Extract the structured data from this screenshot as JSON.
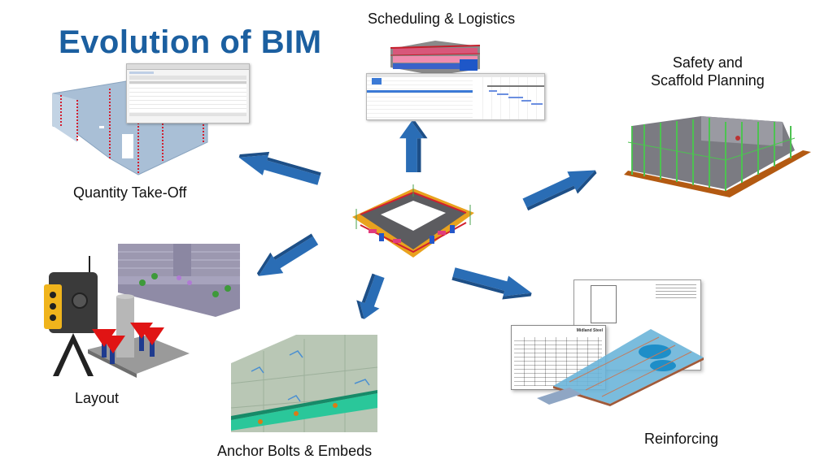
{
  "title": "Evolution of BIM",
  "center": {
    "name": "central-bim-model",
    "description": "3D building model with scaffolding"
  },
  "nodes": [
    {
      "id": "quantity",
      "label": "Quantity Take-Off"
    },
    {
      "id": "scheduling",
      "label": "Scheduling & Logistics"
    },
    {
      "id": "safety",
      "label_line1": "Safety and",
      "label_line2": "Scaffold Planning"
    },
    {
      "id": "layout",
      "label": "Layout"
    },
    {
      "id": "anchor",
      "label": "Anchor Bolts & Embeds"
    },
    {
      "id": "reinforcing",
      "label": "Reinforcing"
    }
  ],
  "reinforcing_sheet": {
    "company": "Midland Steel"
  },
  "colors": {
    "title": "#1b5fa0",
    "arrow": "#2a6db5",
    "arrow_dark": "#1d4f87"
  }
}
